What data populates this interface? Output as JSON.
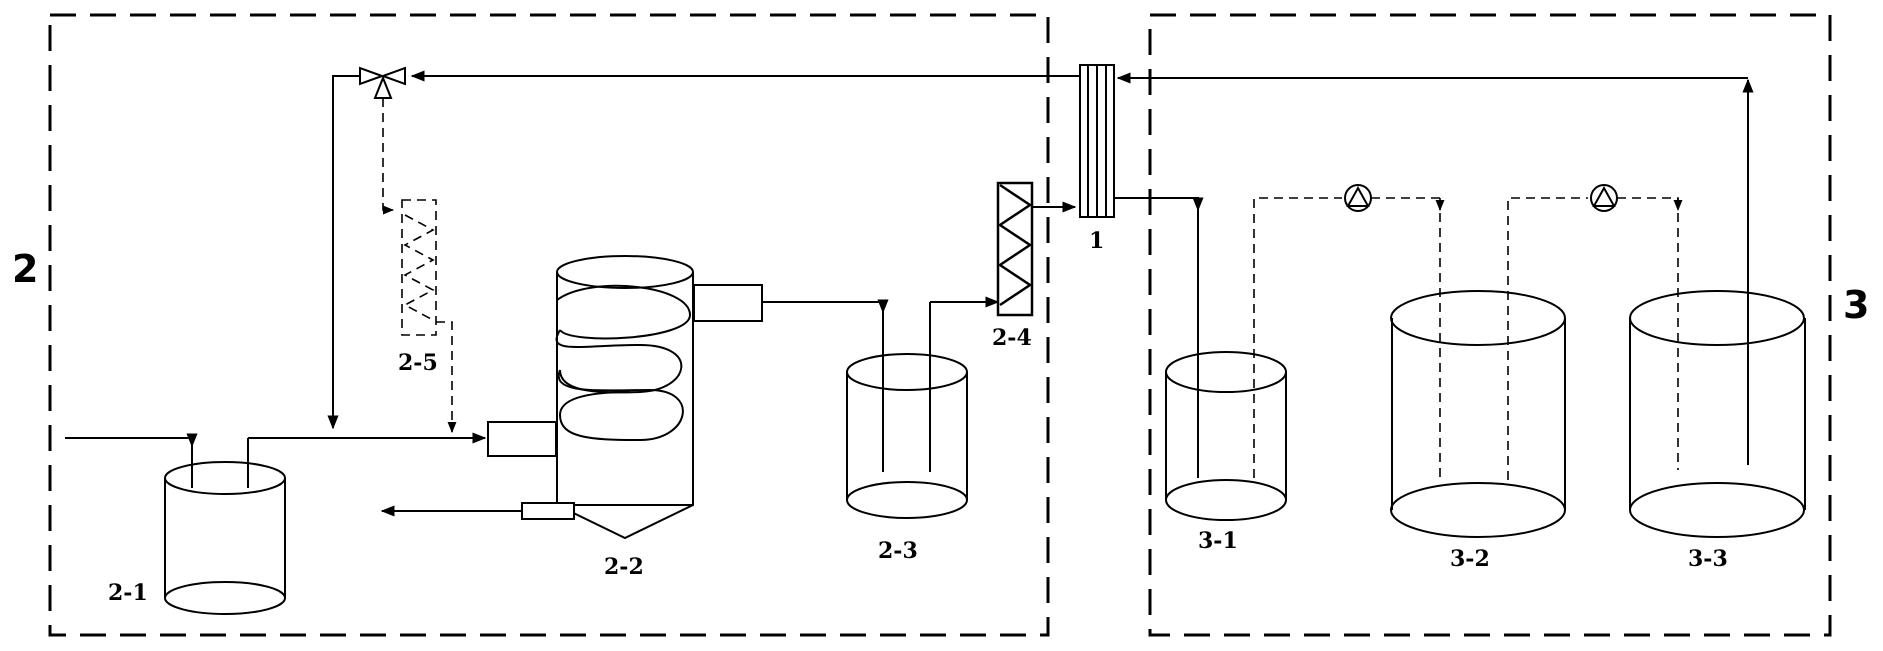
{
  "labels": {
    "system_2": "2",
    "system_3": "3",
    "exchanger": "1",
    "tank_2_1": "2-1",
    "reactor_2_2": "2-2",
    "tank_2_3": "2-3",
    "column_2_4": "2-4",
    "column_2_5": "2-5",
    "tank_3_1": "3-1",
    "tank_3_2": "3-2",
    "tank_3_3": "3-3"
  }
}
